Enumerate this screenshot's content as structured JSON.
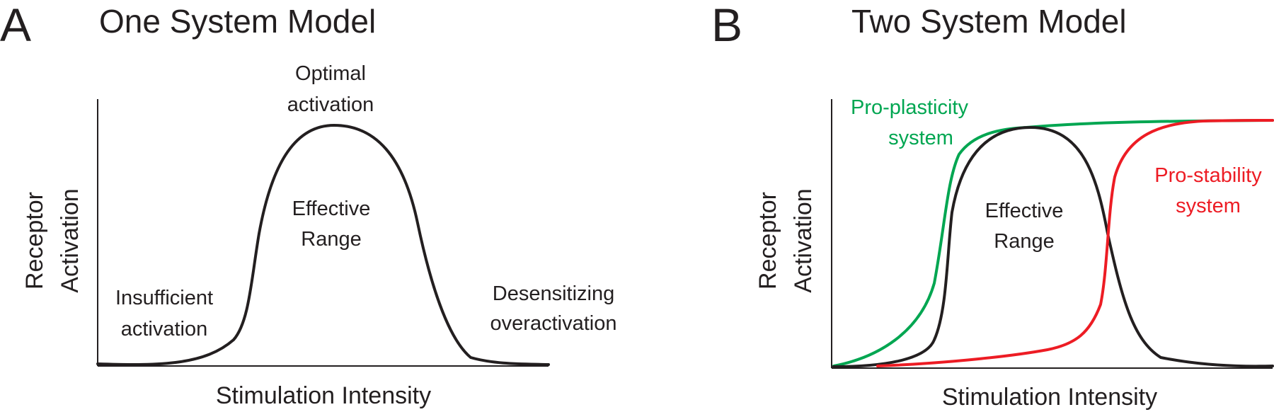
{
  "colors": {
    "ink": "#231f20",
    "pro_plasticity": "#00a651",
    "pro_stability": "#ed1c24"
  },
  "panel_a": {
    "letter": "A",
    "title": "One System Model",
    "y_label_line1": "Receptor",
    "y_label_line2": "Activation",
    "x_label": "Stimulation Intensity",
    "optimal_line1": "Optimal",
    "optimal_line2": "activation",
    "effective_line1": "Effective",
    "effective_line2": "Range",
    "insufficient_line1": "Insufficient",
    "insufficient_line2": "activation",
    "desensitizing_line1": "Desensitizing",
    "desensitizing_line2": "overactivation"
  },
  "panel_b": {
    "letter": "B",
    "title": "Two System Model",
    "y_label_line1": "Receptor",
    "y_label_line2": "Activation",
    "x_label": "Stimulation Intensity",
    "plasticity_line1": "Pro-plasticity",
    "plasticity_line2": "system",
    "stability_line1": "Pro-stability",
    "stability_line2": "system",
    "effective_line1": "Effective",
    "effective_line2": "Range"
  }
}
